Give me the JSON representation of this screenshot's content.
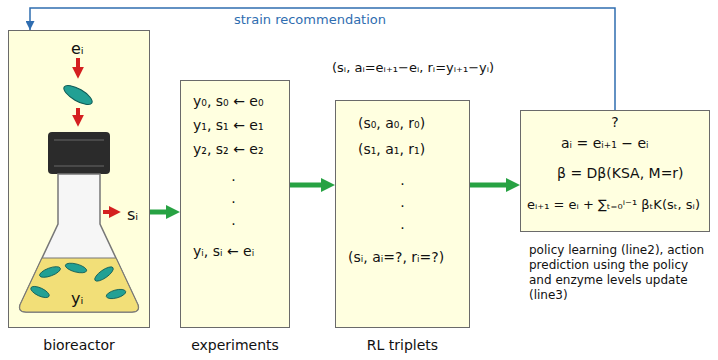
{
  "diagram": {
    "nodes": [
      {
        "text": [
          "eᵢ",
          "sᵢ",
          "yᵢ",
          "bioreactor"
        ]
      },
      {
        "text": [
          "y₀, s₀ ← e₀",
          "y₁, s₁ ← e₁",
          "y₂, s₂ ← e₂",
          ". . .",
          "yᵢ, sᵢ ← eᵢ",
          "experiments"
        ]
      },
      {
        "text": [
          "(s₀, a₀, r₀)",
          "(s₁, a₁, r₁)",
          ". . .",
          "(sᵢ, aᵢ=?, rᵢ=?)",
          "RL triplets"
        ]
      },
      {
        "text": [
          "?",
          "aᵢ = eᵢ₊₁ − eᵢ",
          "β = Dβ(KSA, M=r)",
          "eᵢ₊₁ = eᵢ + ∑ₜ₌₀ⁱ⁻¹ βₜK(sₜ, sᵢ)",
          "policy learning (line2), action prediction using the policy and enzyme levels update (line3)"
        ]
      }
    ],
    "edges": [
      {
        "from": 0,
        "to": 1,
        "arrow": "to"
      },
      {
        "from": 1,
        "to": 2,
        "arrow": "to"
      },
      {
        "from": 2,
        "to": 3,
        "arrow": "to"
      },
      {
        "from": 3,
        "to": 0,
        "arrow": "to",
        "label": "strain recommendation"
      }
    ],
    "labels": [
      "(sᵢ, aᵢ=eᵢ₊₁−eᵢ, rᵢ=yᵢ₊₁−yᵢ)"
    ]
  }
}
